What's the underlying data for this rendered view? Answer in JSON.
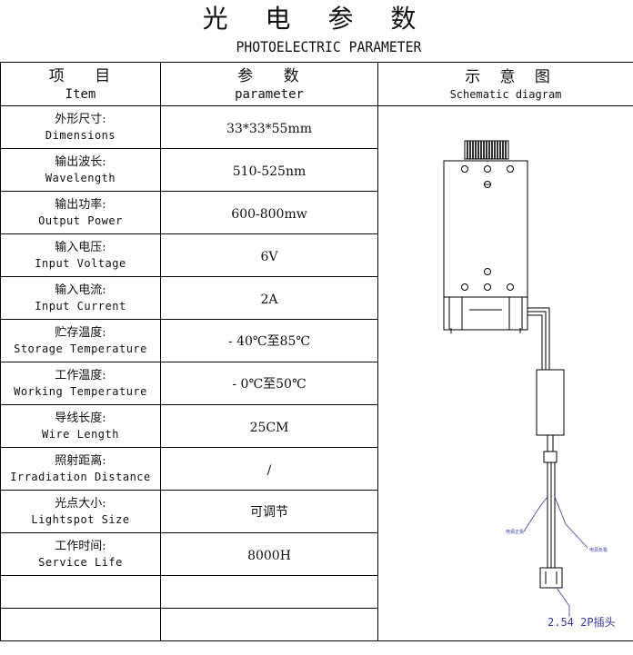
{
  "header": {
    "title": "光 电 参 数",
    "subtitle": "PHOTOELECTRIC PARAMETER"
  },
  "columns": {
    "item_cn": "项 目",
    "item_en": "Item",
    "param_cn": "参 数",
    "param_en": "parameter",
    "diagram_cn": "示 意 图",
    "diagram_en": "Schematic diagram"
  },
  "rows": [
    {
      "cn": "外形尺寸:",
      "en": "Dimensions",
      "value": "33*33*55mm"
    },
    {
      "cn": "输出波长:",
      "en": "Wavelength",
      "value": "510-525nm"
    },
    {
      "cn": "输出功率:",
      "en": "Output Power",
      "value": "600-800mw"
    },
    {
      "cn": "输入电压:",
      "en": "Input Voltage",
      "value": "6V"
    },
    {
      "cn": "输入电流:",
      "en": "Input Current",
      "value": "2A"
    },
    {
      "cn": "贮存温度:",
      "en": "Storage Temperature",
      "value": "- 40℃至85℃"
    },
    {
      "cn": "工作温度:",
      "en": "Working Temperature",
      "value": "- 0℃至50℃"
    },
    {
      "cn": "导线长度:",
      "en": "Wire Length",
      "value": "25CM"
    },
    {
      "cn": "照射距离:",
      "en": "Irradiation Distance",
      "value": "/"
    },
    {
      "cn": "光点大小:",
      "en": "Lightspot Size",
      "value": "可调节"
    },
    {
      "cn": "工作时间:",
      "en": "Service Life",
      "value": "8000H"
    }
  ],
  "diagram": {
    "plug_label": "2.54 2P插头",
    "tiny_label_left": "电源正极",
    "tiny_label_right": "电源负极",
    "line_color": "#000000",
    "label_color": "#3a3aa0"
  }
}
